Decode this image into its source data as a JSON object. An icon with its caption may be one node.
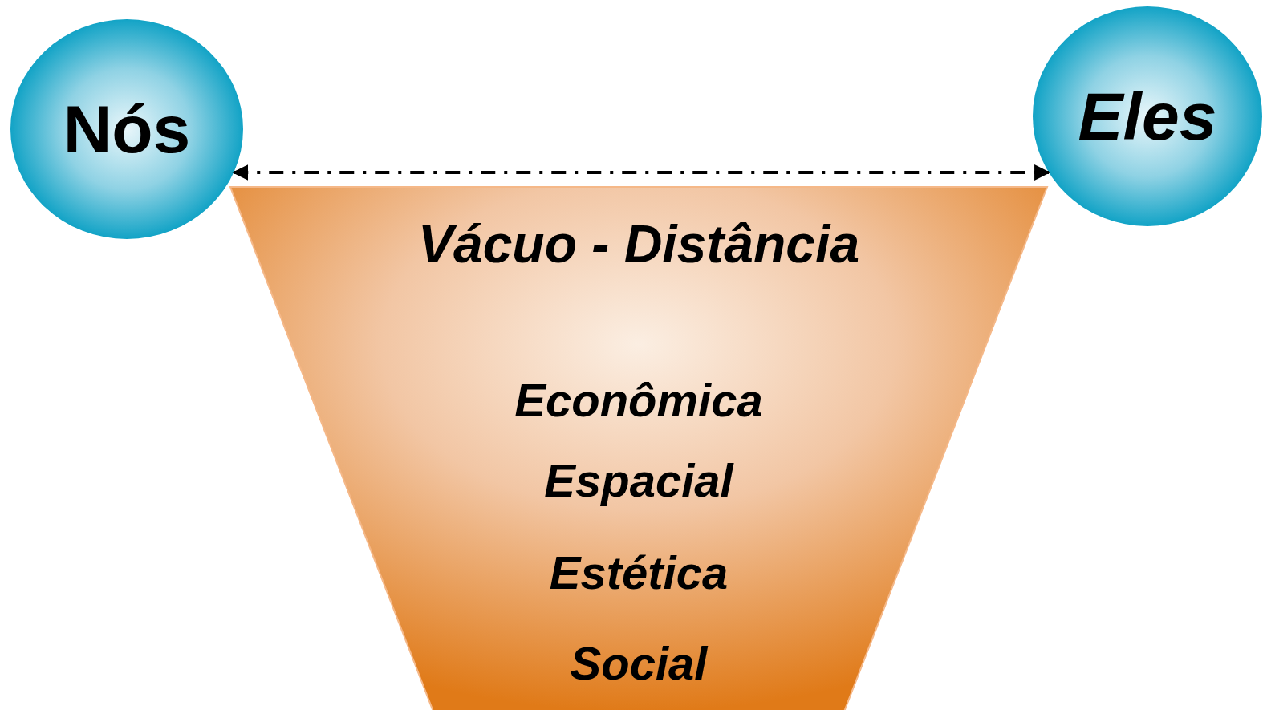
{
  "diagram": {
    "nodes": [
      {
        "text": [
          "Nós"
        ]
      },
      {
        "text": [
          "Eles"
        ]
      },
      {
        "text": [
          "Vácuo - Distância",
          "Econômica",
          "Espacial",
          "Estética",
          "Social"
        ]
      }
    ],
    "edges": [
      {
        "from": 0,
        "to": 1,
        "arrow": "both",
        "style": "dashed"
      }
    ]
  }
}
